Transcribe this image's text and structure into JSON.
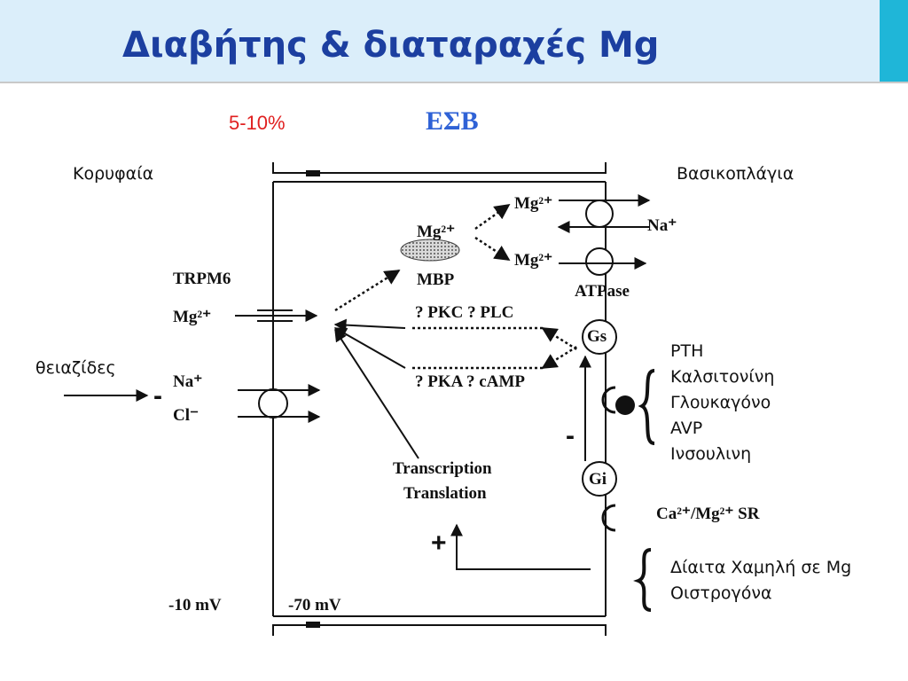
{
  "title": "Διαβήτης & διαταραχές Mg",
  "percent": "5-10%",
  "esb": "ΕΣΒ",
  "apical": "Κορυφαία",
  "basolateral": "Βασικοπλάγια",
  "thiazides": "θειαζίδες",
  "trpm6": "TRPM6",
  "mg2_left": "Mg²⁺",
  "na_left": "Na⁺",
  "cl_left": "Cl⁻",
  "mg2_mbp": "Mg²⁺",
  "mbp": "MBP",
  "mg2_top": "Mg²⁺",
  "mg2_mid": "Mg²⁺",
  "na_right": "Na⁺",
  "atpase": "ATPase",
  "pkc_plc": "?  PKC  ?  PLC",
  "pka_camp": "?  PKA  ?  cAMP",
  "gs": "Gs",
  "gi": "Gi",
  "transcription": "Transcription",
  "translation": "Translation",
  "casr": "Ca²⁺/Mg²⁺ SR",
  "minus_left": "-",
  "minus_right": "-",
  "plus": "+",
  "volt_left": "-10 mV",
  "volt_right": "-70 mV",
  "hormones": [
    "PTH",
    "Καλσιτονίνη",
    "Γλουκαγόνο",
    "AVP",
    "Ινσουλινη"
  ],
  "diet": [
    "Δίαιτα Χαμηλή σε Mg",
    "Οιστρογόνα"
  ]
}
